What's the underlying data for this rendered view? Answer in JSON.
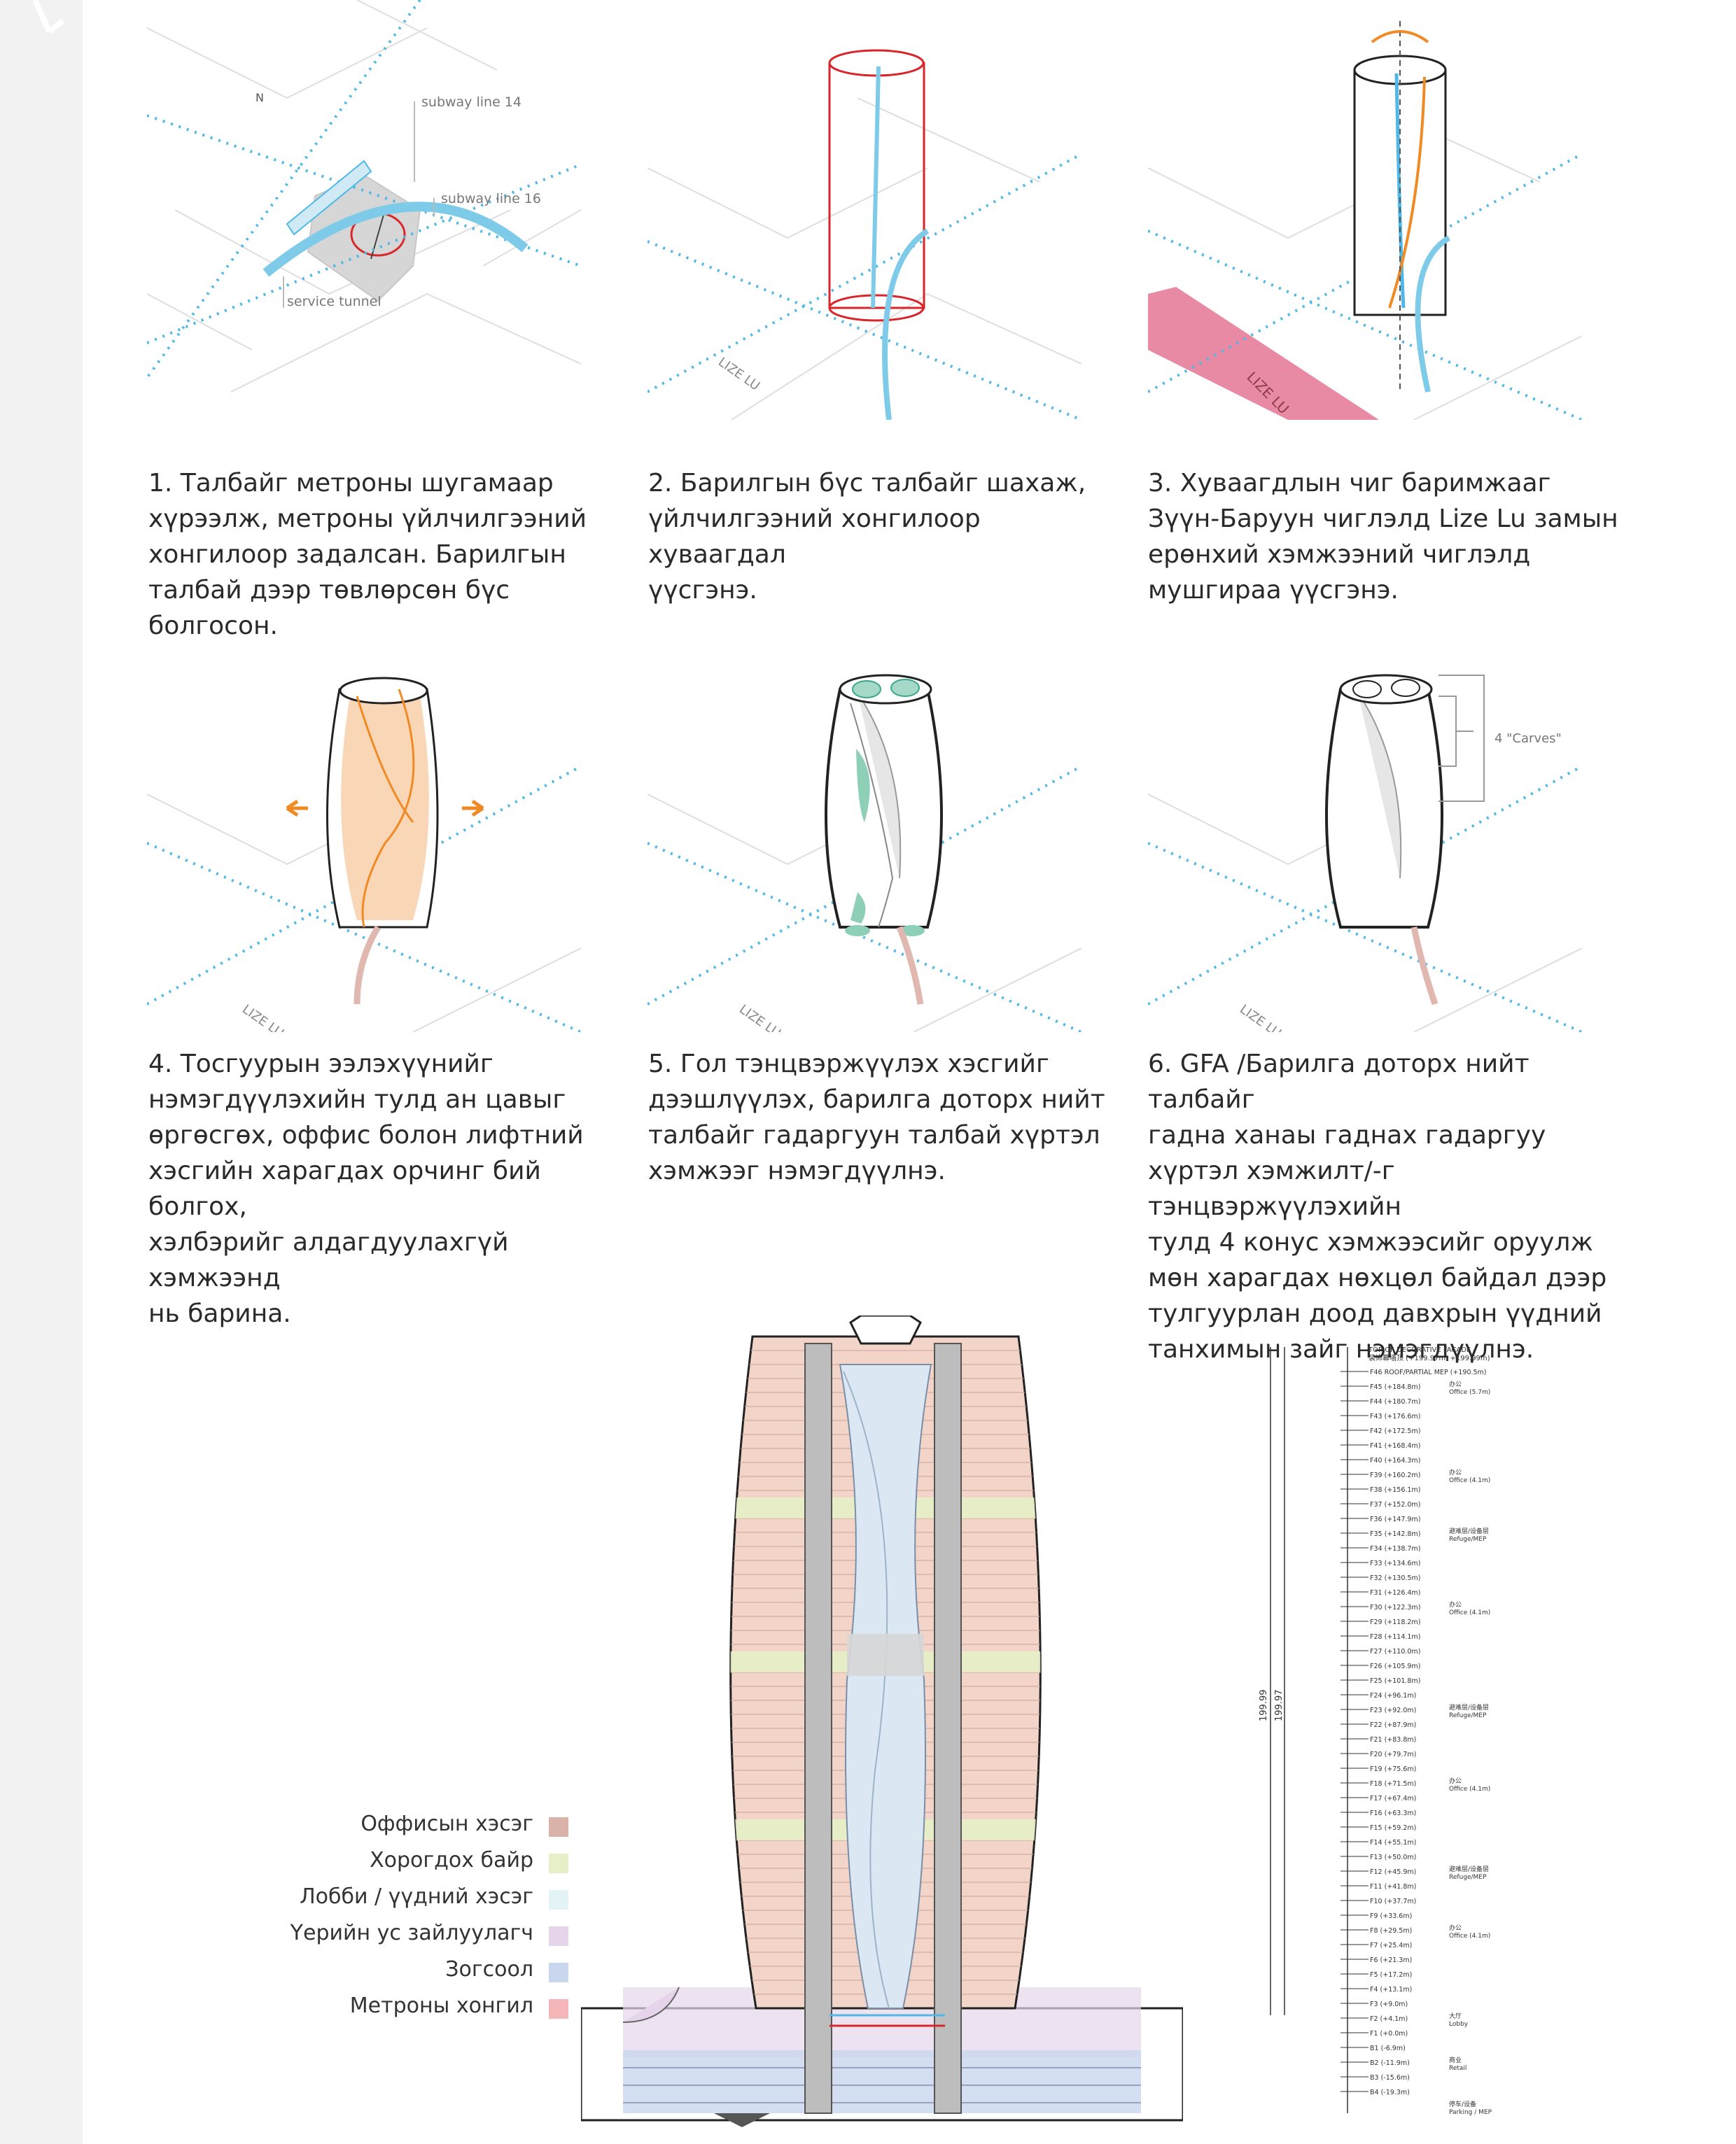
{
  "colors": {
    "subway_blue": "#4fb8e6",
    "red_outline": "#d8262b",
    "orange": "#f08a24",
    "green_core": "#3aa88a",
    "pink_road": "#e98aa4",
    "office": "#d9b3a9",
    "refuge": "#e6efc7",
    "lobby": "#e3f3f6",
    "water": "#e6d5ea",
    "parking_blue": "#c8d7ee",
    "parking": "#bdbcdc",
    "metro": "#f4b6b8"
  },
  "panels": [
    {
      "labels": {
        "north": "N",
        "subway14": "subway line 14",
        "subway16": "subway line 16",
        "tunnel": "service tunnel"
      },
      "caption": [
        "1. Талбайг метроны шугамаар",
        "хүрээлж, метроны үйлчилгээний",
        "хонгилоор задалсан. Барилгын",
        "талбай дээр төвлөрсөн бүс болгосон."
      ]
    },
    {
      "labels": {
        "road": "LIZE LU"
      },
      "caption": [
        "2. Барилгын бүс талбайг шахаж,",
        "үйлчилгээний хонгилоор хуваагдал",
        "үүсгэнэ."
      ]
    },
    {
      "labels": {
        "road": "LIZE LU"
      },
      "caption": [
        "3. Хуваагдлын чиг баримжааг",
        "Зүүн-Баруун чиглэлд Lize Lu замын",
        "ерөнхий хэмжээний чиглэлд",
        "мушгираа үүсгэнэ."
      ]
    },
    {
      "labels": {
        "road": "LIZE LU"
      },
      "caption": [
        "4. Тосгуурын ээлэхүүнийг",
        "нэмэгдүүлэхийн тулд ан цавыг",
        "өргөсгөх, оффис болон лифтний",
        "хэсгийн харагдах орчинг бий болгох,",
        "хэлбэрийг алдагдуулахгүй хэмжээнд",
        "нь барина."
      ]
    },
    {
      "labels": {
        "road": "LIZE LU"
      },
      "caption": [
        "5. Гол тэнцвэржүүлэх хэсгийг",
        "дээшлүүлэх, барилга доторх нийт",
        "талбайг гадаргуун талбай хүртэл",
        "хэмжээг нэмэгдүүлнэ."
      ]
    },
    {
      "labels": {
        "road": "LIZE LU",
        "carves": "4 \"Carves\""
      },
      "caption": [
        "6. GFA /Барилга доторх нийт талбайг",
        "гадна ханаы гаднах гадаргуу",
        "хүртэл хэмжилт/-г тэнцвэржүүлэхийн",
        "тулд 4 конус хэмжээсийг оруулж",
        "мөн харагдах нөхцөл байдал дээр",
        "тулгуурлан доод давхрын үүдний",
        "танхимын зайг нэмэгдүүлнэ."
      ]
    }
  ],
  "legend": [
    {
      "label": "Оффисын хэсэг",
      "color": "#d9b3a9"
    },
    {
      "label": "Хорогдох байр",
      "color": "#e6efc7"
    },
    {
      "label": "Лобби / үүдний хэсэг",
      "color": "#e3f3f6"
    },
    {
      "label": "Үерийн ус зайлуулагч",
      "color": "#e6d5ea"
    },
    {
      "label": "Зогсоол",
      "color": "#c8d7ee"
    },
    {
      "label": "Метроны хонгил",
      "color": "#f4b6b8"
    }
  ],
  "levels": {
    "top1": "TOP OF DECORATIVE FACADE",
    "top2": "装饰幕墙顶 (+199.97m, +199.99m)",
    "dim1": "199.99",
    "dim2": "199.97",
    "floors": [
      "F46 ROOF/PARTIAL MEP (+190.5m)",
      "F45 (+184.8m)",
      "F44 (+180.7m)",
      "F43 (+176.6m)",
      "F42 (+172.5m)",
      "F41 (+168.4m)",
      "F40 (+164.3m)",
      "F39 (+160.2m)",
      "F38 (+156.1m)",
      "F37 (+152.0m)",
      "F36 (+147.9m)",
      "F35 (+142.8m)",
      "F34 (+138.7m)",
      "F33 (+134.6m)",
      "F32 (+130.5m)",
      "F31 (+126.4m)",
      "F30 (+122.3m)",
      "F29 (+118.2m)",
      "F28 (+114.1m)",
      "F27 (+110.0m)",
      "F26 (+105.9m)",
      "F25 (+101.8m)",
      "F24 (+96.1m)",
      "F23 (+92.0m)",
      "F22 (+87.9m)",
      "F21 (+83.8m)",
      "F20 (+79.7m)",
      "F19 (+75.6m)",
      "F18 (+71.5m)",
      "F17 (+67.4m)",
      "F16 (+63.3m)",
      "F15 (+59.2m)",
      "F14 (+55.1m)",
      "F13 (+50.0m)",
      "F12 (+45.9m)",
      "F11 (+41.8m)",
      "F10 (+37.7m)",
      "F9 (+33.6m)",
      "F8 (+29.5m)",
      "F7 (+25.4m)",
      "F6 (+21.3m)",
      "F5 (+17.2m)",
      "F4 (+13.1m)",
      "F3 (+9.0m)",
      "F2 (+4.1m)",
      "F1 (+0.0m)",
      "B1 (-6.9m)",
      "B2 (-11.9m)",
      "B3 (-15.6m)",
      "B4 (-19.3m)"
    ],
    "zones": [
      {
        "label1": "办公",
        "label2": "Office (5.7m)"
      },
      {
        "label1": "办公",
        "label2": "Office (4.1m)"
      },
      {
        "label1": "避难层/设备层",
        "label2": "Refuge/MEP"
      },
      {
        "label1": "办公",
        "label2": "Office (4.1m)"
      },
      {
        "label1": "避难层/设备层",
        "label2": "Refuge/MEP"
      },
      {
        "label1": "办公",
        "label2": "Office (4.1m)"
      },
      {
        "label1": "避难层/设备层",
        "label2": "Refuge/MEP"
      },
      {
        "label1": "办公",
        "label2": "Office (4.1m)"
      },
      {
        "label1": "大厅",
        "label2": "Lobby"
      },
      {
        "label1": "商业",
        "label2": "Retail"
      },
      {
        "label1": "停车/设备",
        "label2": "Parking / MEP"
      }
    ]
  }
}
